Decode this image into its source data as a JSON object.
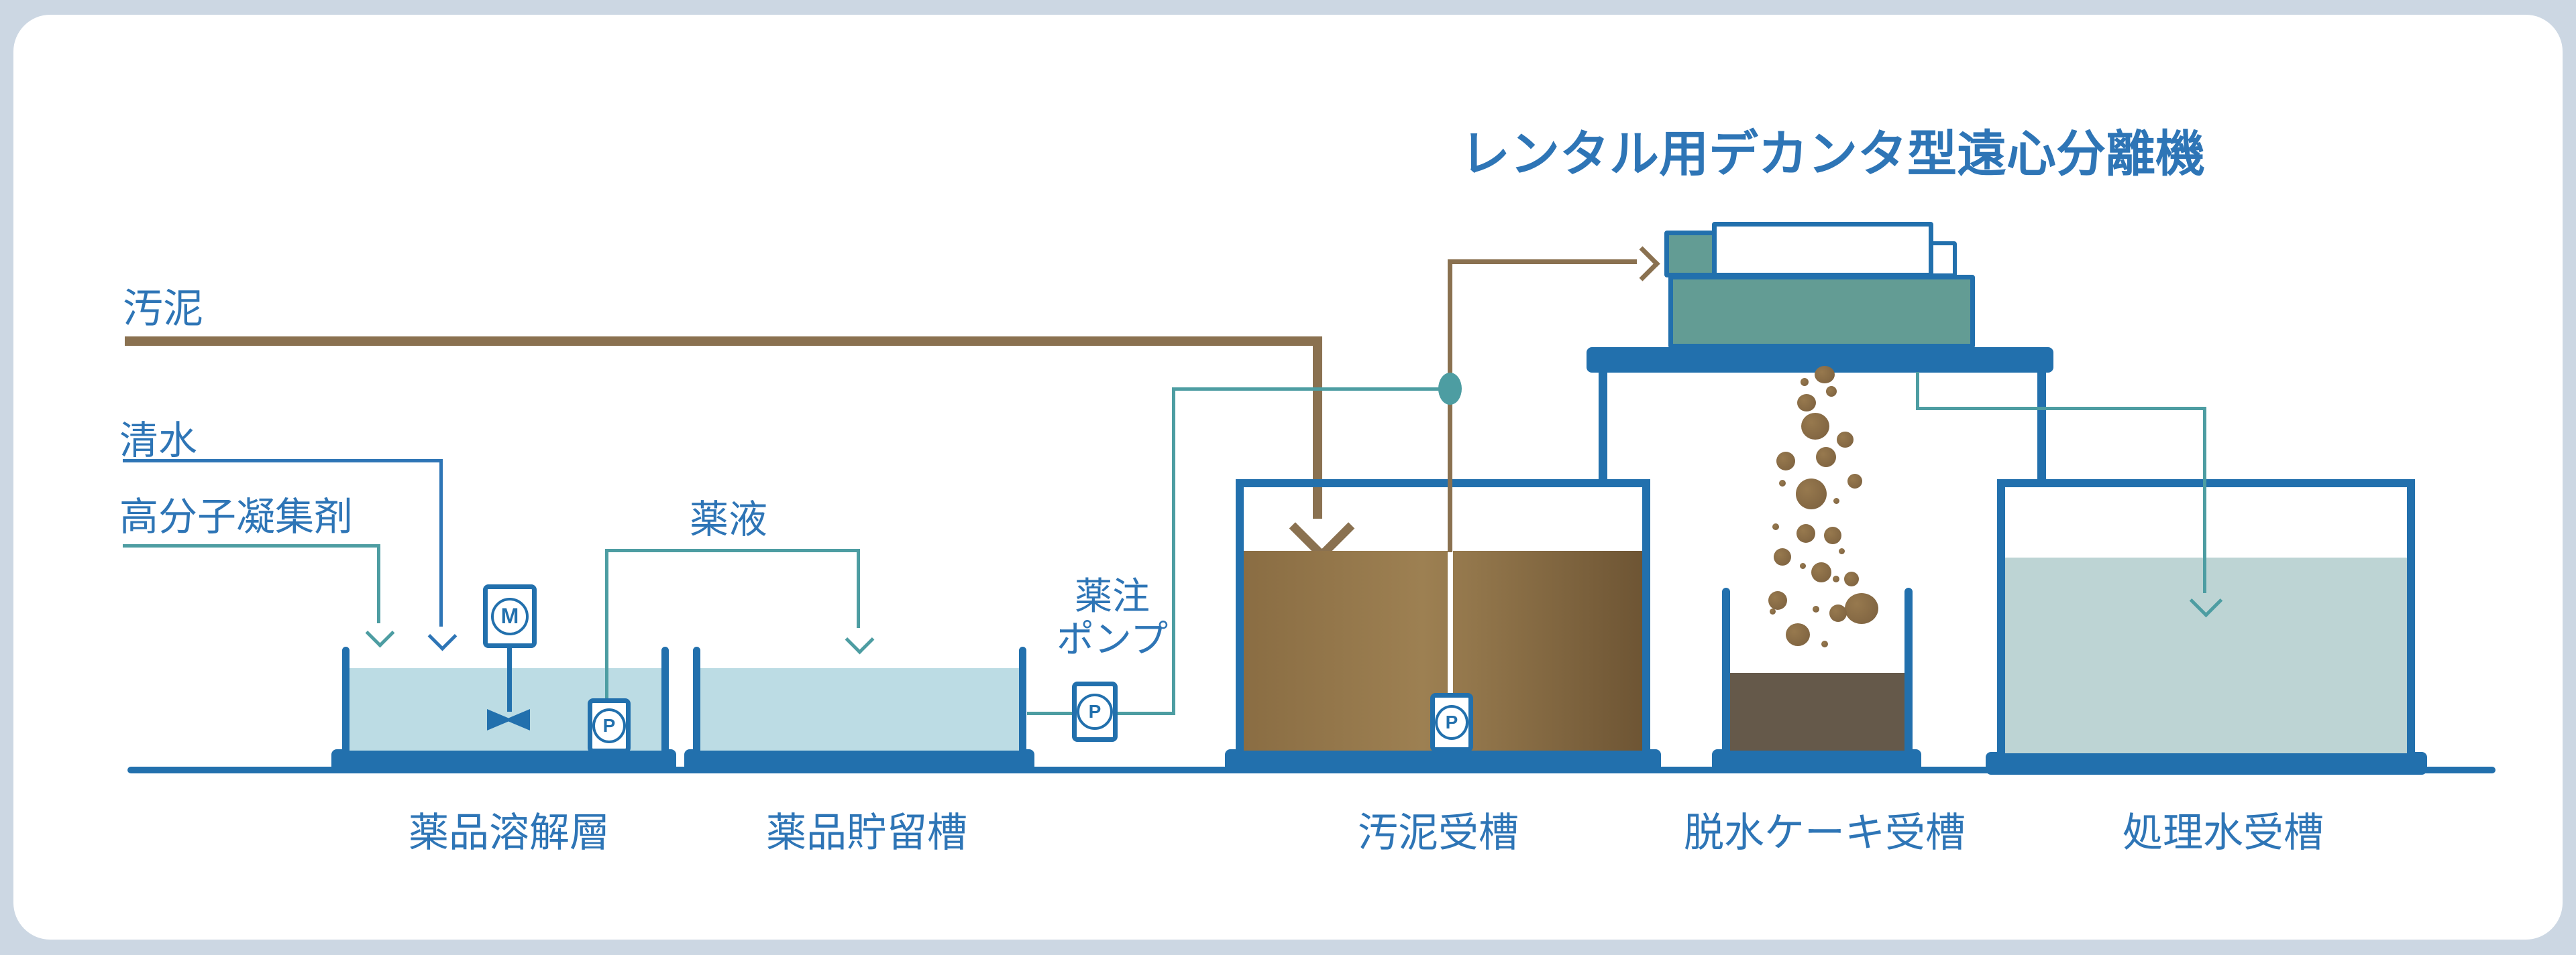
{
  "title": "レンタル用デカンタ型遠心分離機",
  "flow_labels": {
    "sludge": "汚泥",
    "clean_water": "清水",
    "polymer_flocculant": "高分子凝集剤",
    "chemical_solution": "薬液",
    "dosing_pump_line1": "薬注",
    "dosing_pump_line2": "ポンプ"
  },
  "tank_labels": {
    "chemical_dissolution": "薬品溶解層",
    "chemical_storage": "薬品貯留槽",
    "sludge_receiving": "汚泥受槽",
    "cake_receiving": "脱水ケーキ受槽",
    "treated_water": "処理水受槽"
  },
  "equipment_symbols": {
    "motor": "M",
    "pump": "P"
  },
  "colors": {
    "structure_blue": "#2270ad",
    "text_blue": "#2e75b6",
    "teal_line": "#4d9da2",
    "machine_green": "#639c94",
    "water_light_blue": "#bcdce4",
    "treated_water": "#bdd4d4",
    "sludge_brown_gradient": [
      "#8a6d43",
      "#9d8052",
      "#6e5534"
    ],
    "sludge_line_brown": "#8a7150",
    "cake_brown": "#65594a",
    "page_background": "#ccd7e3",
    "card_background": "#ffffff"
  }
}
